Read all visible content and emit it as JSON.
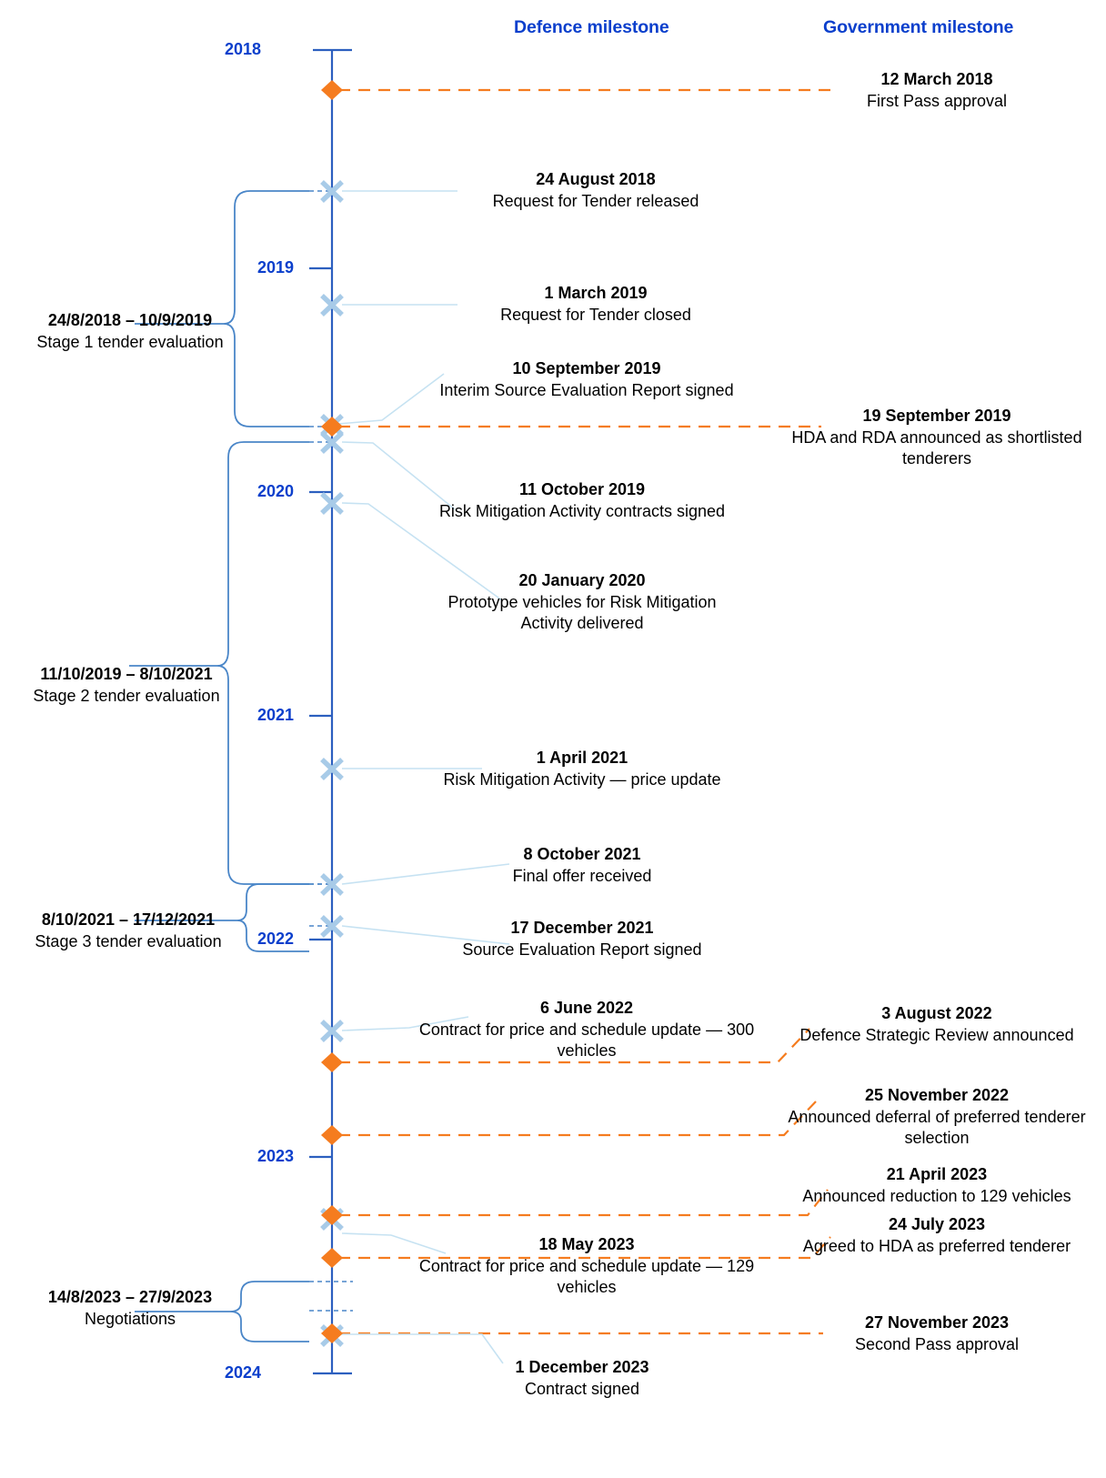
{
  "headers": {
    "defence": "Defence milestone",
    "government": "Government milestone"
  },
  "colors": {
    "axis_blue": "#2C5FBF",
    "year_blue": "#0B3FCC",
    "gov_orange": "#F57C1F",
    "defence_x": "#A8CBE8",
    "leader_blue": "#BBDCF0",
    "bracket_blue": "#4A86C8"
  },
  "years": [
    {
      "label": "2018"
    },
    {
      "label": "2019"
    },
    {
      "label": "2020"
    },
    {
      "label": "2021"
    },
    {
      "label": "2022"
    },
    {
      "label": "2023"
    },
    {
      "label": "2024"
    }
  ],
  "defence_milestones": [
    {
      "date": "24 August 2018",
      "text": "Request for Tender released"
    },
    {
      "date": "1 March 2019",
      "text": "Request for Tender closed"
    },
    {
      "date": "10 September 2019",
      "text": "Interim Source Evaluation Report signed"
    },
    {
      "date": "11 October 2019",
      "text": "Risk Mitigation Activity contracts signed"
    },
    {
      "date": "20 January 2020",
      "text": "Prototype vehicles for Risk Mitigation Activity delivered"
    },
    {
      "date": "1 April 2021",
      "text": "Risk Mitigation Activity — price update"
    },
    {
      "date": "8 October 2021",
      "text": "Final offer received"
    },
    {
      "date": "17 December 2021",
      "text": "Source Evaluation Report signed"
    },
    {
      "date": "6 June 2022",
      "text": "Contract for price and schedule update — 300 vehicles"
    },
    {
      "date": "18 May 2023",
      "text": "Contract for price and schedule update — 129 vehicles"
    },
    {
      "date": "1 December 2023",
      "text": "Contract signed"
    }
  ],
  "government_milestones": [
    {
      "date": "12 March 2018",
      "text": "First Pass approval"
    },
    {
      "date": "19 September 2019",
      "text": "HDA and RDA announced as shortlisted tenderers"
    },
    {
      "date": "3 August 2022",
      "text": "Defence Strategic Review announced"
    },
    {
      "date": "25 November 2022",
      "text": "Announced deferral of preferred tenderer selection"
    },
    {
      "date": "21 April 2023",
      "text": "Announced reduction to 129 vehicles"
    },
    {
      "date": "24 July 2023",
      "text": "Agreed to HDA as preferred tenderer"
    },
    {
      "date": "27 November 2023",
      "text": "Second Pass approval"
    }
  ],
  "brackets": [
    {
      "range": "24/8/2018 – 10/9/2019",
      "label": "Stage 1 tender evaluation"
    },
    {
      "range": "11/10/2019 – 8/10/2021",
      "label": "Stage 2 tender evaluation"
    },
    {
      "range": "8/10/2021 – 17/12/2021",
      "label": "Stage 3 tender evaluation"
    },
    {
      "range": "14/8/2023 – 27/9/2023",
      "label": "Negotiations"
    }
  ]
}
